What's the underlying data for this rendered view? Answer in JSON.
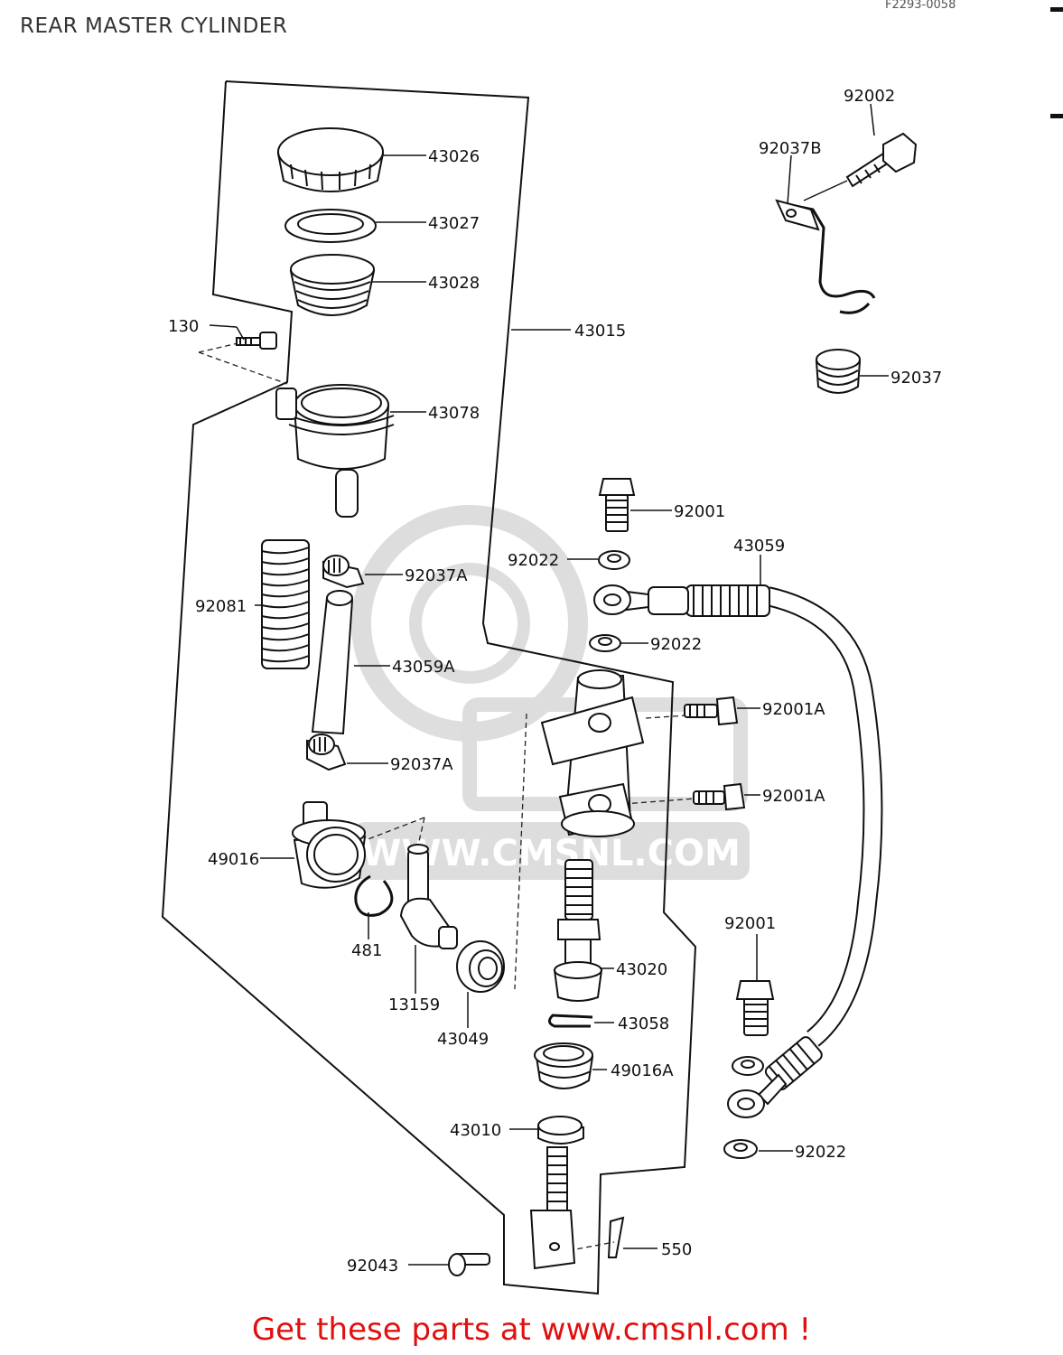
{
  "title": "REAR MASTER CYLINDER",
  "figure_code": "F2293-0058",
  "watermark": "WWW.CMSNL.COM",
  "footer_text": "Get these parts at www.cmsnl.com !",
  "parts": {
    "p43026": "43026",
    "p43027": "43027",
    "p43028": "43028",
    "p130": "130",
    "p43015": "43015",
    "p43078": "43078",
    "p92002": "92002",
    "p92037B": "92037B",
    "p92037": "92037",
    "p92001_top": "92001",
    "p92022_top": "92022",
    "p43059": "43059",
    "p92037A_top": "92037A",
    "p92081": "92081",
    "p92022_mid": "92022",
    "p43059A": "43059A",
    "p92001A_top": "92001A",
    "p92037A_bottom": "92037A",
    "p92001A_bottom": "92001A",
    "p49016": "49016",
    "p481": "481",
    "p13159": "13159",
    "p43049": "43049",
    "p43020": "43020",
    "p92001_bottom": "92001",
    "p43058": "43058",
    "p49016A": "49016A",
    "p43010": "43010",
    "p92022_bottom": "92022",
    "p550": "550",
    "p92043": "92043"
  }
}
